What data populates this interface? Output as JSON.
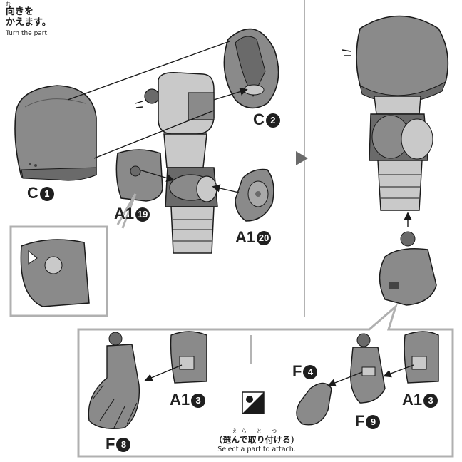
{
  "instruction_note": {
    "ruby": "む",
    "line1": "向きを",
    "line2": "かえます。",
    "english": "Turn the part."
  },
  "part_labels": {
    "c1": {
      "letter": "C",
      "number": "1"
    },
    "c2": {
      "letter": "C",
      "number": "2"
    },
    "a1_19": {
      "letter": "A1",
      "number": "19"
    },
    "a1_20": {
      "letter": "A1",
      "number": "20"
    },
    "a1_3_left": {
      "letter": "A1",
      "number": "3"
    },
    "a1_3_right": {
      "letter": "A1",
      "number": "3"
    },
    "f8": {
      "letter": "F",
      "number": "8"
    },
    "f4": {
      "letter": "F",
      "number": "4"
    },
    "f9": {
      "letter": "F",
      "number": "9"
    }
  },
  "select_note": {
    "ruby": "えら    と  つ",
    "japanese": "（選んで取り付ける）",
    "english": "Select a part to attach."
  },
  "colors": {
    "part_gray": "#8a8a8a",
    "part_dark": "#6a6a6a",
    "part_light": "#c9c9c9",
    "line": "#1a1a1a",
    "divider": "#9a9a9a"
  }
}
